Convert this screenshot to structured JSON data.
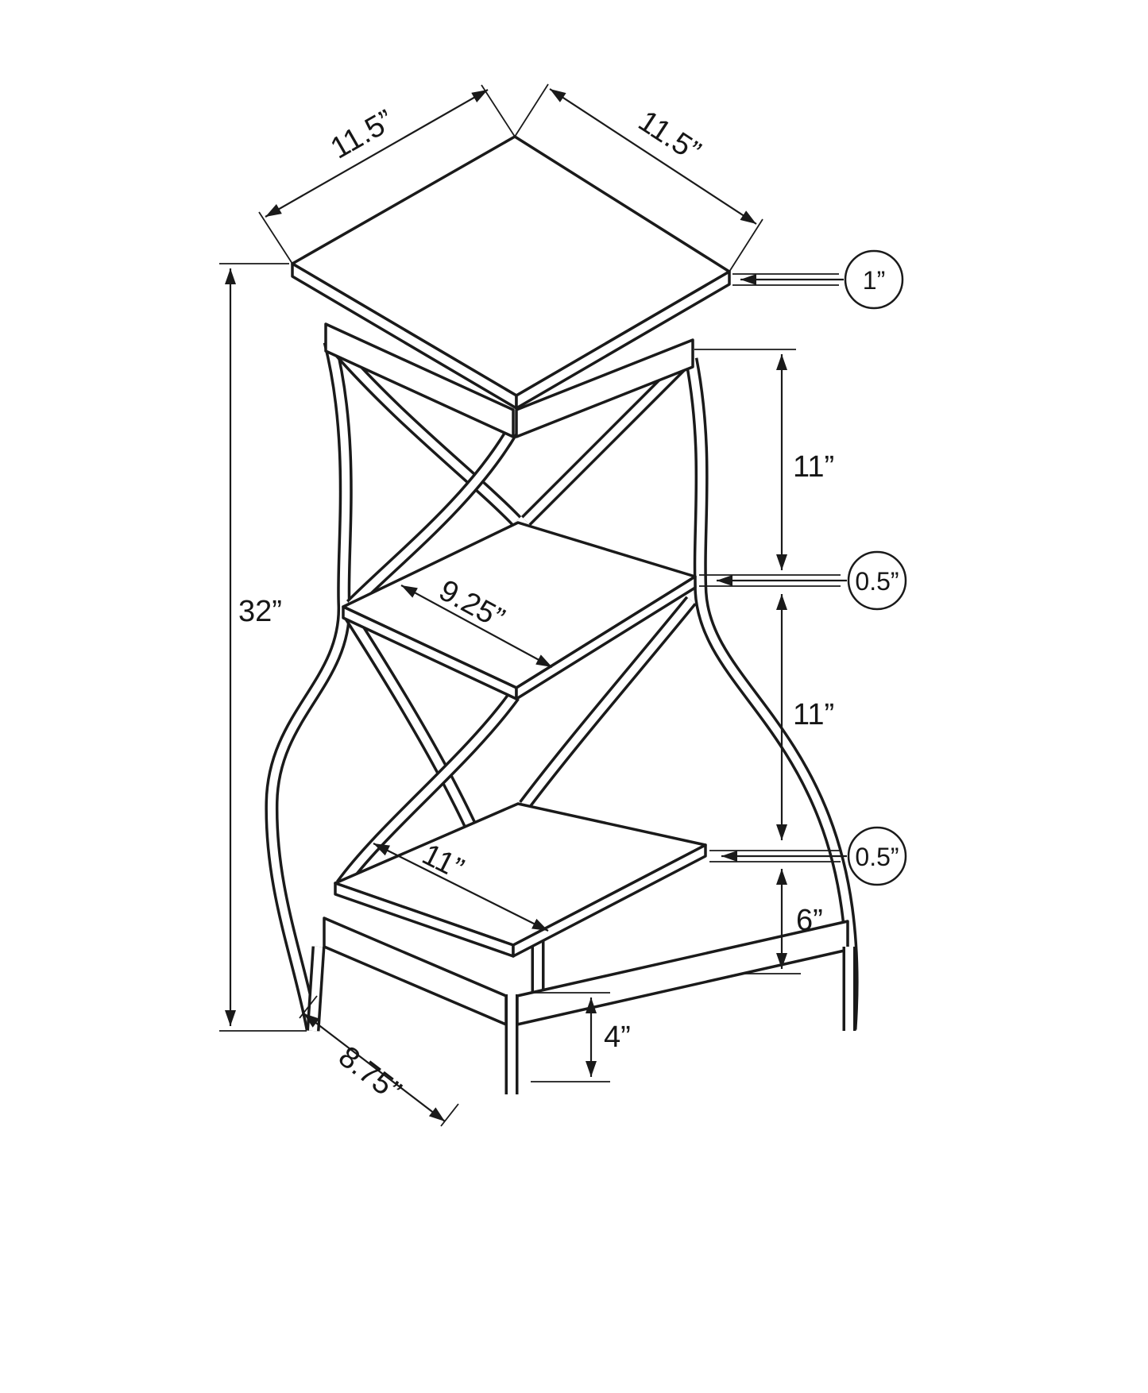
{
  "figure": {
    "type": "dimensioned line drawing",
    "line_color": "#1a1a1a",
    "background": "#ffffff"
  },
  "dimensions": {
    "top_width_left": "11.5”",
    "top_width_right": "11.5”",
    "top_thickness": "1”",
    "overall_height": "32”",
    "top_to_middle_shelf": "11”",
    "middle_shelf_thickness": "0.5”",
    "middle_shelf_depth": "9.25”",
    "middle_to_lower_shelf": "11”",
    "lower_shelf_thickness": "0.5”",
    "lower_shelf_depth": "11”",
    "lower_shelf_height": "6”",
    "base_stretcher_height": "4”",
    "base_depth": "8.75”"
  }
}
